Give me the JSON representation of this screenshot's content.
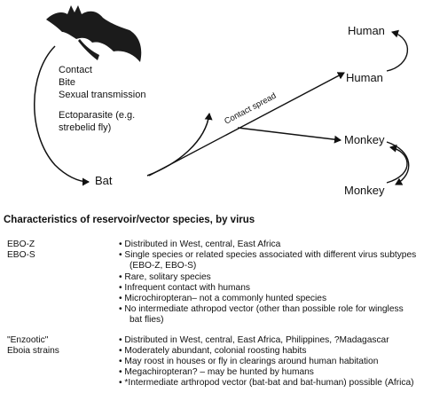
{
  "diagram": {
    "modes": [
      "Contact",
      "Bite",
      "Sexual transmission"
    ],
    "ectoparasite_line1": "Ectoparasite (e.g.",
    "ectoparasite_line2": "strebelid fly)",
    "arrow_label": "Contact spread",
    "nodes": {
      "bat": "Bat",
      "human_top": "Human",
      "human": "Human",
      "monkey": "Monkey",
      "monkey_bottom": "Monkey"
    }
  },
  "table": {
    "heading": "Characteristics of reservoir/vector species, by virus",
    "groups": [
      {
        "tags": [
          "EBO-Z",
          "EBO-S"
        ],
        "items": [
          "• Distributed in West,  central, East Africa",
          "• Single species or related species associated with different virus subtypes",
          "(EBO-Z, EBO-S)",
          "• Rare, solitary species",
          "• Infrequent contact with humans",
          "• Microchiropteran–  not a commonly hunted species",
          "• No intermediate athropod vector (other than possible role for wingless",
          "bat flies)"
        ]
      },
      {
        "tags": [
          "\"Enzootic\"",
          "Eboia strains"
        ],
        "items": [
          "• Distributed in West,  central, East Africa, Philippines, ?Madagascar",
          "• Moderately abundant,  colonial roosting habits",
          "• May roost in houses or fly in clearings around human habitation",
          "• Megachiropteran? – may be hunted by humans",
          "• *Intermediate arthropod vector (bat-bat and bat-human) possible (Africa)"
        ]
      }
    ]
  }
}
